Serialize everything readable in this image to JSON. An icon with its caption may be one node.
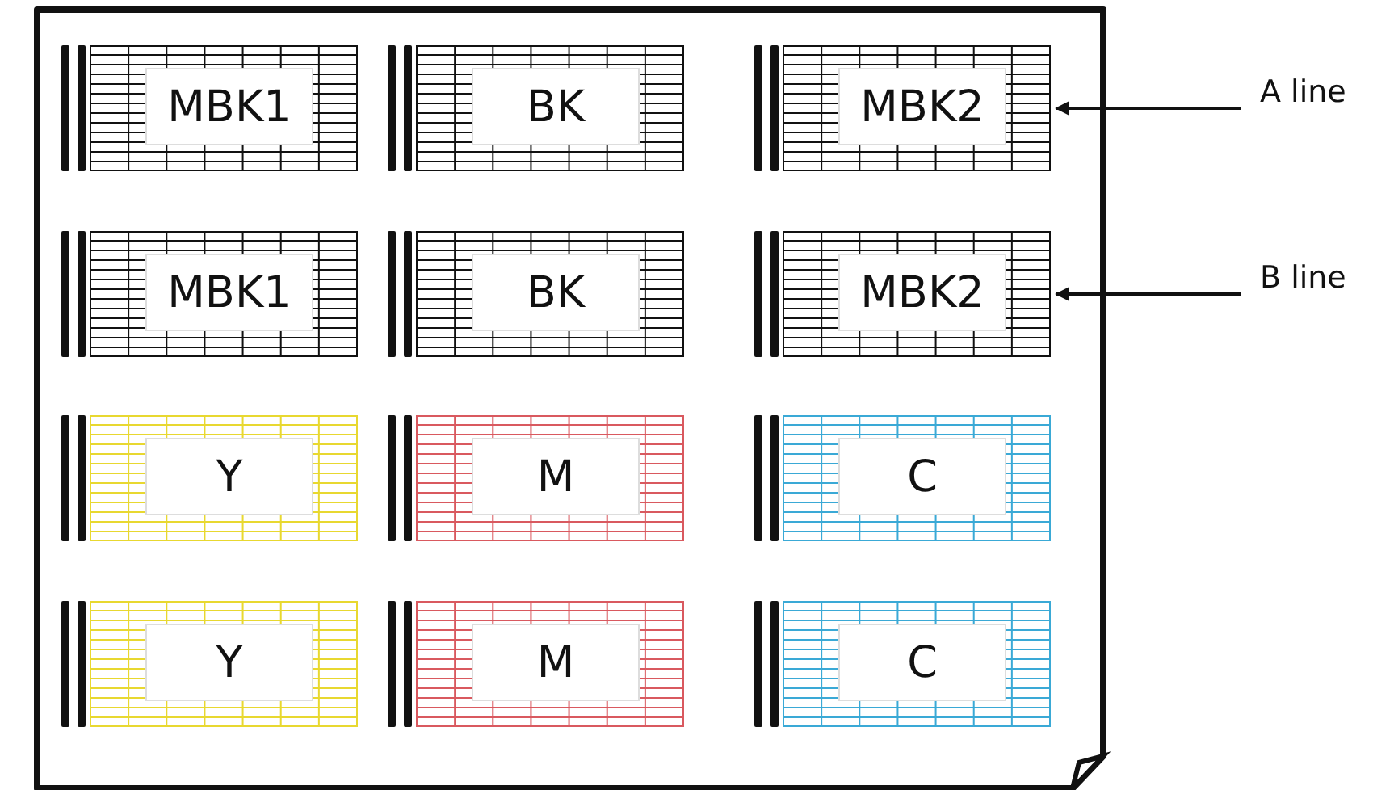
{
  "diagram": {
    "nodes": [
      {
        "text": [
          "MBK1"
        ]
      },
      {
        "text": [
          "BK"
        ]
      },
      {
        "text": [
          "MBK2"
        ]
      },
      {
        "text": [
          "MBK1"
        ]
      },
      {
        "text": [
          "BK"
        ]
      },
      {
        "text": [
          "MBK2"
        ]
      },
      {
        "text": [
          "Y"
        ]
      },
      {
        "text": [
          "M"
        ]
      },
      {
        "text": [
          "C"
        ]
      },
      {
        "text": [
          "Y"
        ]
      },
      {
        "text": [
          "M"
        ]
      },
      {
        "text": [
          "C"
        ]
      },
      {
        "text": [
          "A line"
        ]
      },
      {
        "text": [
          "B line"
        ]
      }
    ],
    "edges": [
      {
        "from": 12,
        "to": 2,
        "arrow": "to"
      },
      {
        "from": 13,
        "to": 5,
        "arrow": "to"
      }
    ]
  }
}
